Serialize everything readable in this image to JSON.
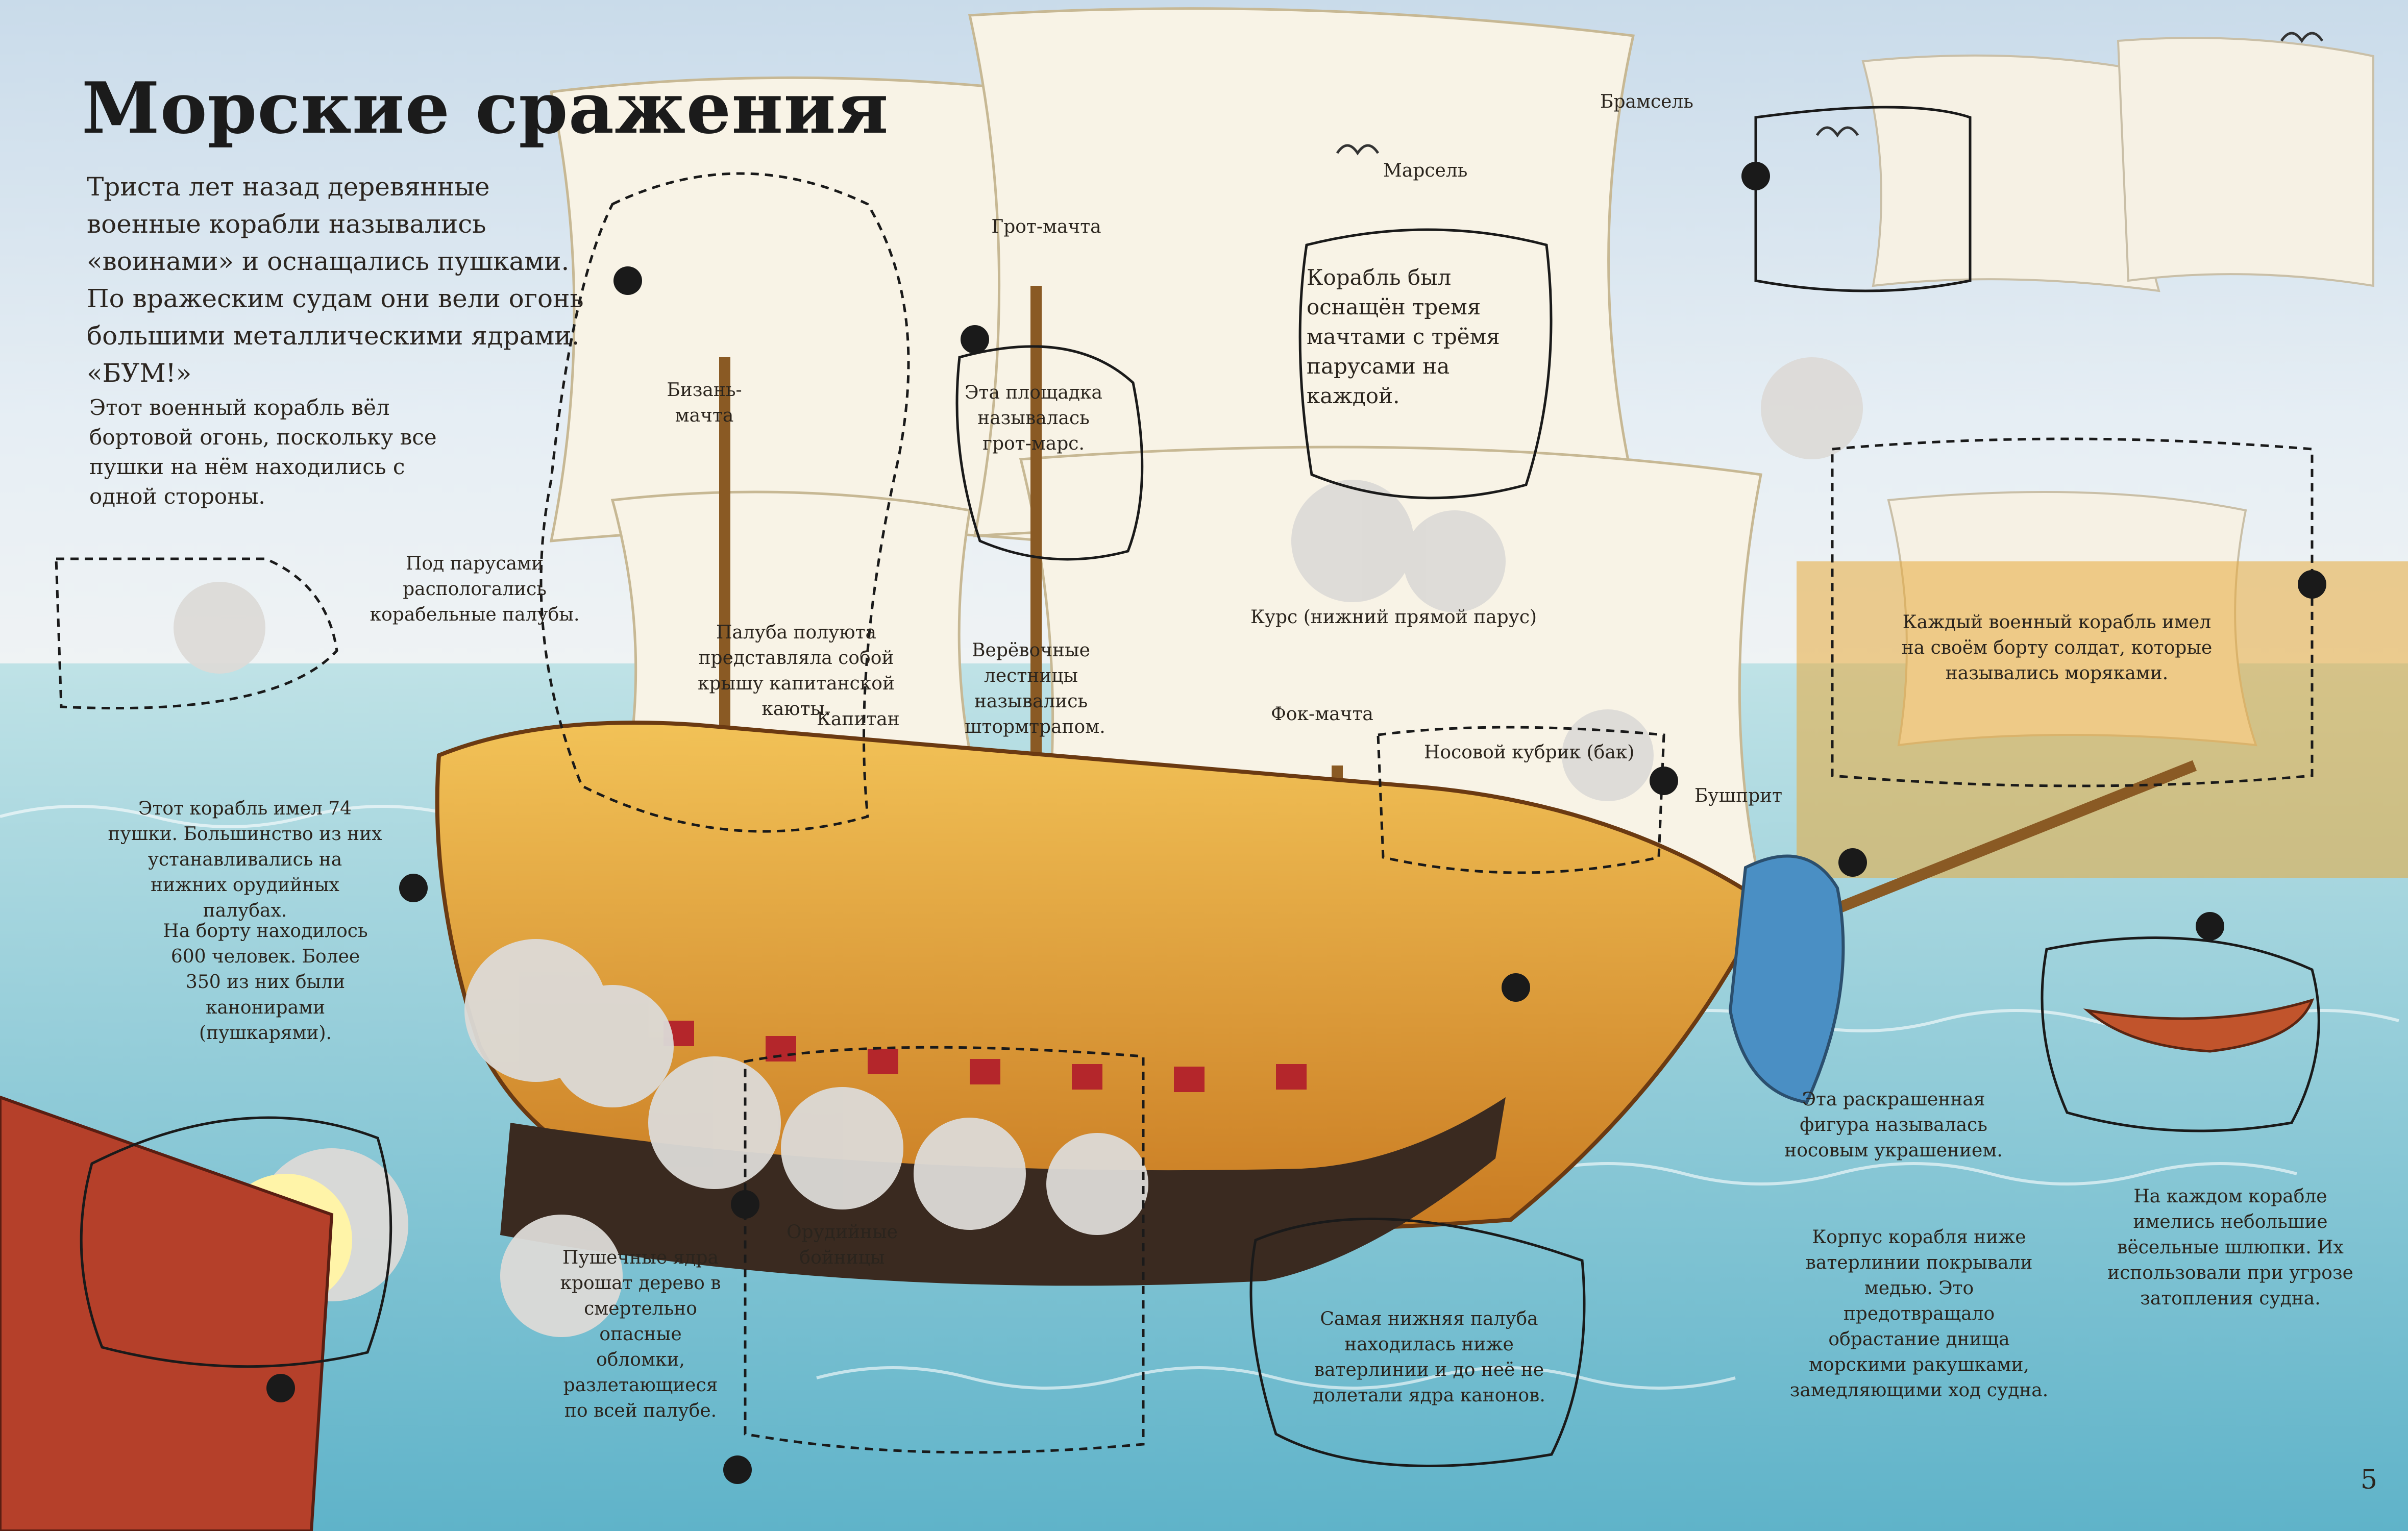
{
  "title": "Морские сражения",
  "intro": "Триста лет назад деревянные военные корабли назывались «воинами» и оснащались пушками. По вражеским судам они вели огонь большими металлическими ядрами. «БУМ!»",
  "labels": {
    "broadside": "Этот военный корабль вёл бортовой огонь, поскольку все пушки на нём находились с одной стороны.",
    "decks_under_sails": "Под парусами распологались корабельные палубы.",
    "guns74": "Этот корабль имел 74 пушки. Большинство из них устанавливались на нижних орудийных палубах.",
    "crew": "На борту находилось 600 человек. Более 350 из них были канонирами (пушкарями).",
    "mizzen": "Бизань-мачта",
    "mainmast": "Грот-мачта",
    "maintop": "Эта площадка называлась грот-марс.",
    "topsail": "Марсель",
    "topgallant": "Брамсель",
    "three_masts": "Корабль был оснащён тремя мачтами с трёмя парусами на каждой.",
    "poop_deck": "Палуба полуюта представляла собой крышу капитанской каюты.",
    "rope_ladders": "Верёвочные лестницы назывались штормтрапом.",
    "captain": "Капитан",
    "course": "Курс (нижний прямой парус)",
    "foremast": "Фок-мачта",
    "forecastle": "Носовой кубрик (бак)",
    "bowsprit": "Бушприт",
    "marines": "Каждый военный корабль имел на своём борту солдат, которые назывались моряками.",
    "figurehead": "Эта раскрашенная фигура называлась носовым украшением.",
    "copper": "Корпус корабля ниже ватерлинии покрывали медью. Это предотвращало обрастание днища морскими ракушками, замедляющими ход судна.",
    "boats": "На каждом корабле имелись небольшие вёсельные шлюпки. Их использовали при угрозе затопления судна.",
    "lowest_deck": "Самая нижняя палуба находилась ниже ватерлинии и до неё не долетали ядра канонов.",
    "gunports": "Орудийные бойницы",
    "cannonballs": "Пушечные ядра крошат дерево в смертельно опасные обломки, разлетающиеся по всей палубе."
  },
  "page_number": "5",
  "colors": {
    "sky": "#d9e6f1",
    "sea": "#7fc4d3",
    "sail": "#f6f1e4",
    "hull": "#e8a93a",
    "smoke": "#d9d8d6"
  }
}
